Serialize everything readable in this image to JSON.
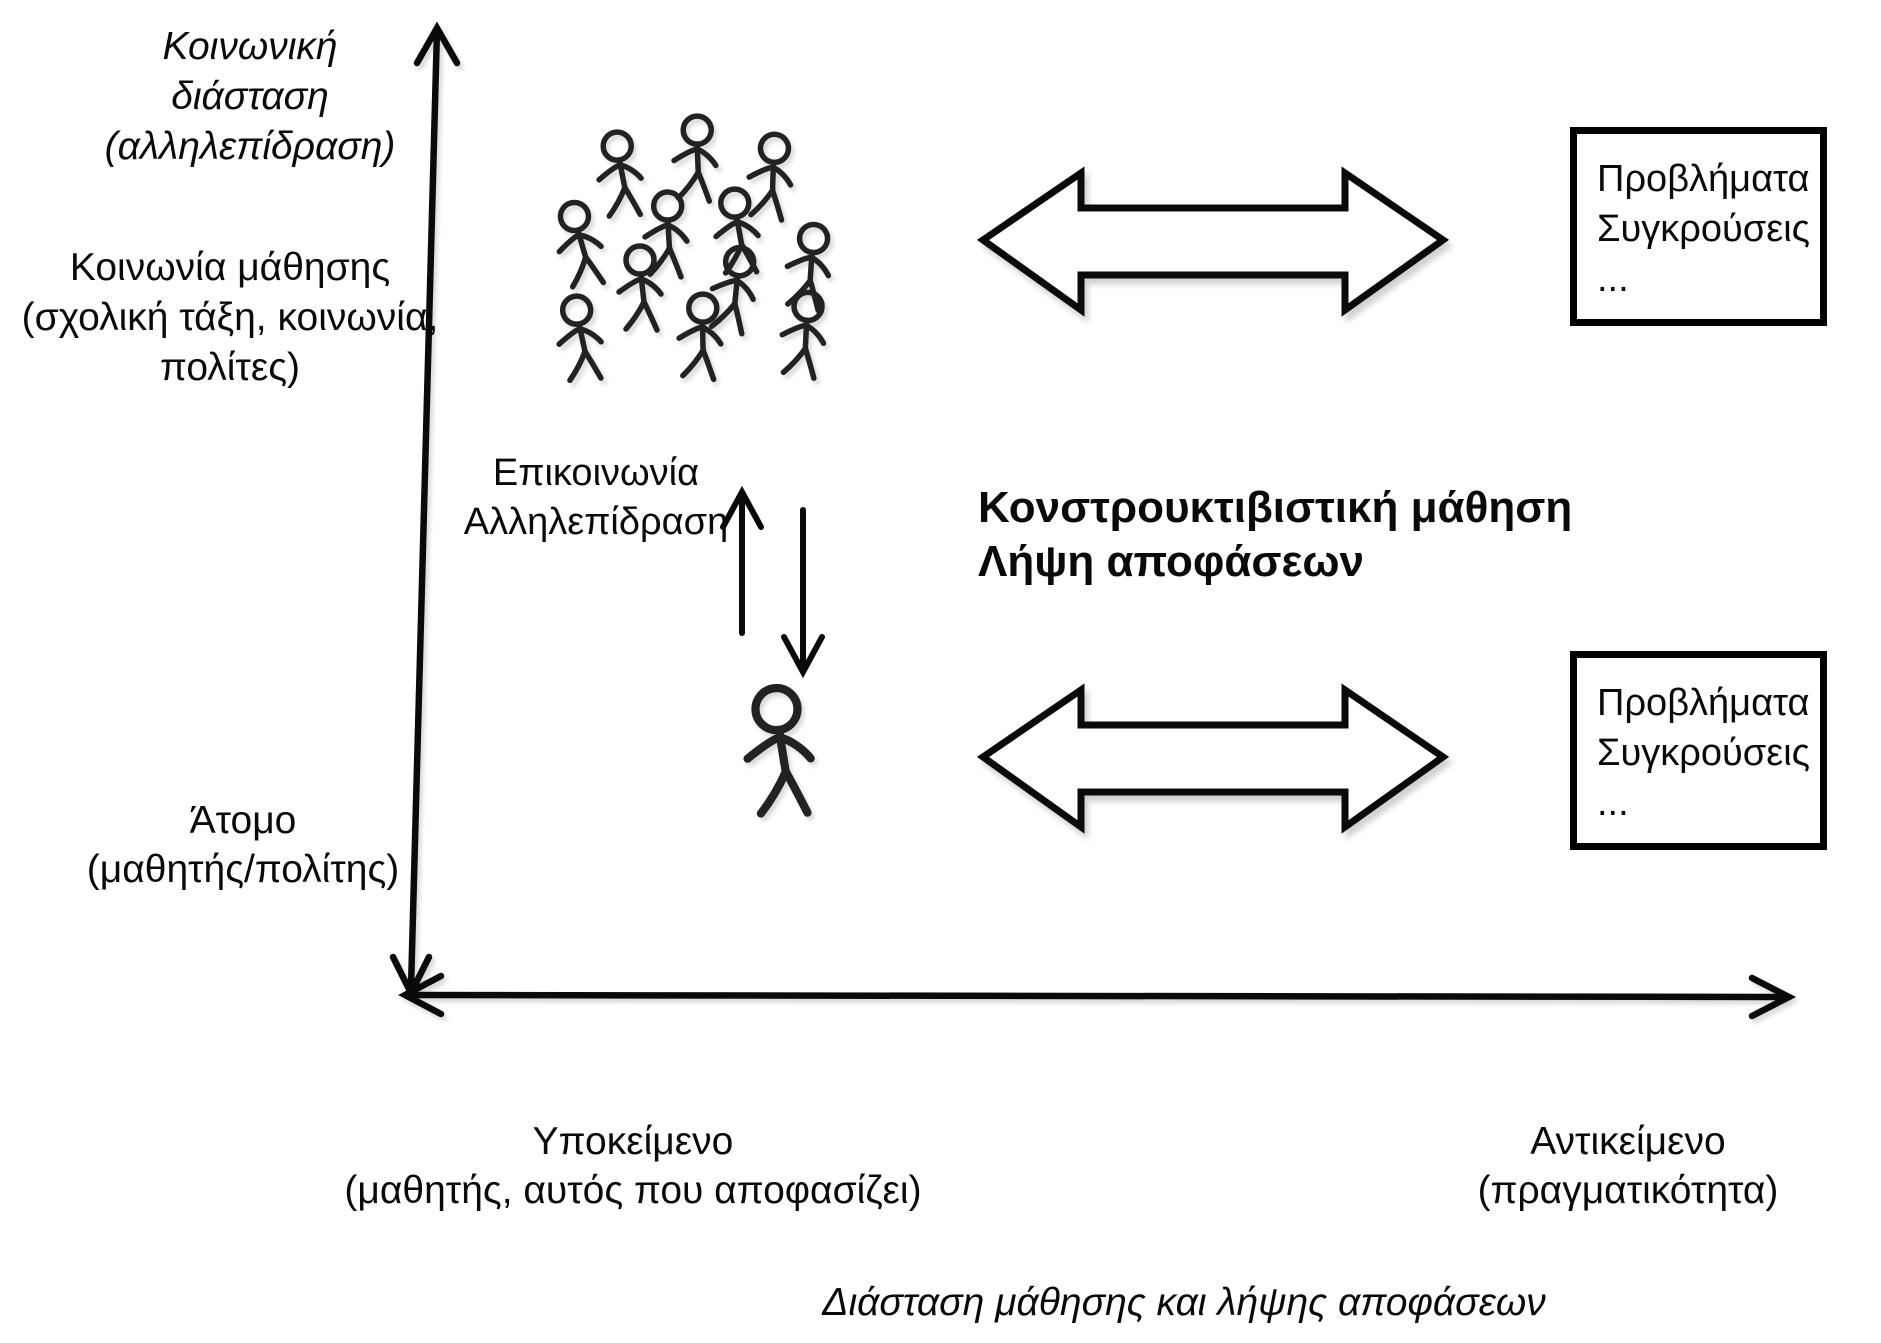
{
  "y_axis": {
    "title_lines": [
      "Κοινωνική",
      "διάσταση",
      "(αλληλεπίδραση)"
    ],
    "top_label_lines": [
      "Κοινωνία μάθησης",
      "(σχολική τάξη, κοινωνία,",
      "πολίτες)"
    ],
    "bottom_label_lines": [
      "Άτομο",
      "(μαθητής/πολίτης)"
    ]
  },
  "x_axis": {
    "left_label_lines": [
      "Υποκείμενο",
      "(μαθητής, αυτός που αποφασίζει)"
    ],
    "right_label_lines": [
      "Αντικείμενο",
      "(πραγματικότητα)"
    ],
    "caption": "Διάσταση μάθησης και λήψης αποφάσεων"
  },
  "center": {
    "communication_lines": [
      "Επικοινωνία",
      "Αλληλεπίδραση"
    ],
    "heading_lines": [
      "Κονστρουκτιβιστική μάθηση",
      "Λήψη αποφάσεων"
    ]
  },
  "problem_box_top": {
    "lines": [
      "Προβλήματα",
      "Συγκρούσεις",
      "..."
    ]
  },
  "problem_box_bottom": {
    "lines": [
      "Προβλήματα",
      "Συγκρούσεις",
      "..."
    ]
  },
  "icons": {
    "crowd": "crowd-of-stick-figures",
    "person": "single-stick-figure",
    "arrow_top": "double-headed-block-arrow",
    "arrow_bottom": "double-headed-block-arrow",
    "up": "up-arrow",
    "down": "down-arrow"
  },
  "colors": {
    "ink": "#0a0a0a",
    "figure_ink": "#222222",
    "background": "#ffffff",
    "arrow_fill": "#ffffff"
  }
}
